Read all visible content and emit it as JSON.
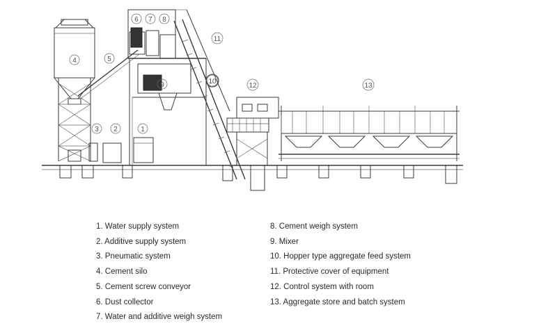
{
  "callouts": [
    "1",
    "2",
    "3",
    "4",
    "5",
    "6",
    "7",
    "8",
    "9",
    "10",
    "11",
    "12",
    "13"
  ],
  "legend": {
    "left": [
      "1. Water supply system",
      "2. Additive supply system",
      "3. Pneumatic system",
      "4. Cement silo",
      "5. Cement screw conveyor",
      "6. Dust collector",
      "7. Water and additive weigh system"
    ],
    "right": [
      "8. Cement weigh system",
      "9. Mixer",
      "10. Hopper type aggregate feed system",
      "11. Protective cover of equipment",
      "12. Control system with room",
      "13. Aggregate store and batch system"
    ]
  }
}
